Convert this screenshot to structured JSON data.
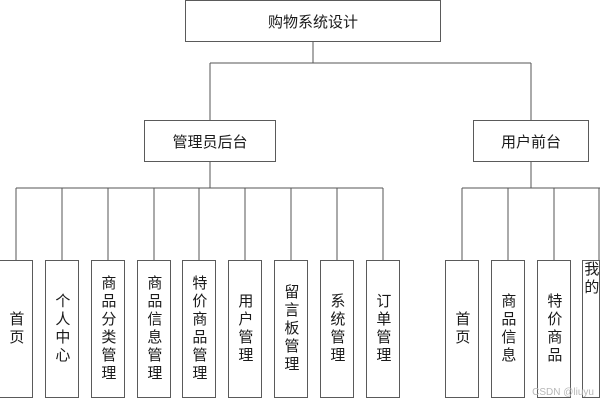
{
  "root": {
    "label": "购物系统设计"
  },
  "branches": [
    {
      "label": "管理员后台",
      "children": [
        "首页",
        "个人中心",
        "商品分类管理",
        "商品信息管理",
        "特价商品管理",
        "用户管理",
        "留言板管理",
        "系统管理",
        "订单管理"
      ]
    },
    {
      "label": "用户前台",
      "children": [
        "首页",
        "商品信息",
        "特价商品",
        "我的"
      ]
    }
  ],
  "watermark": "CSDN @liuyu"
}
